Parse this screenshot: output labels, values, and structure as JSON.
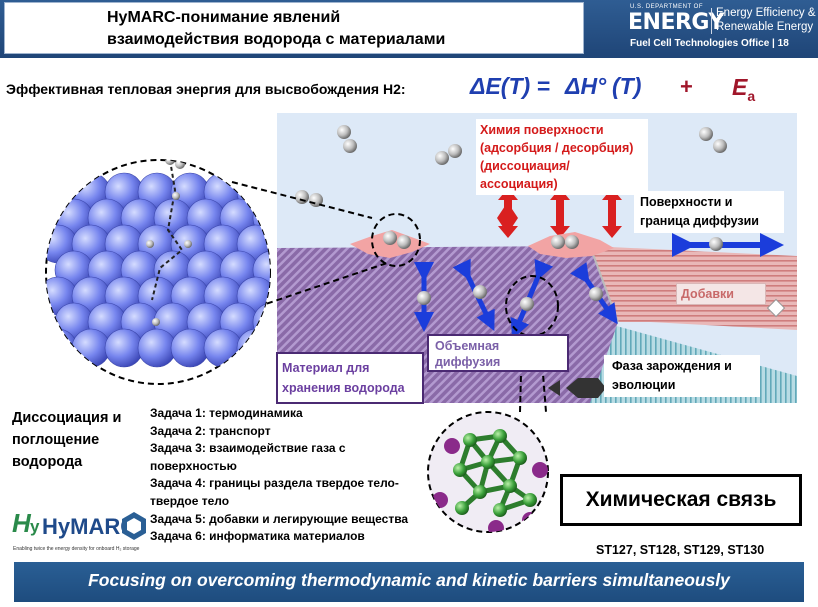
{
  "header": {
    "title_line1": "HyMARC-понимание явлений",
    "title_line2": "взаимодействия водорода с материалами",
    "doe_small": "U.S. DEPARTMENT OF",
    "doe_energy": "ENERGY",
    "eere_line1": "Energy Efficiency &",
    "eere_line2": "Renewable Energy",
    "office": "Fuel Cell Technologies Office | 18"
  },
  "equation": {
    "label": "Эффективная тепловая энергия для высвобождения H2:",
    "lhs": "ΔE(T) =",
    "rhs": "ΔH°",
    "rhs_arg": "(T)",
    "plus": "+",
    "ea": "E",
    "ea_sub": "a"
  },
  "diagram_labels": {
    "surface_chemistry": [
      "Химия поверхности",
      "(адсорбция / десорбция)",
      "(диссоциация/ассоциация)"
    ],
    "diffusion_boundary": [
      "Поверхности и",
      "граница диффузии"
    ],
    "additives": "Добавки",
    "bulk_diffusion": [
      "Объемная",
      "диффузия"
    ],
    "storage_material": [
      "Материал для",
      "хранения водорода"
    ],
    "nucleation": [
      "Фаза зарождения и",
      "эволюции"
    ]
  },
  "dissociation": [
    "Диссоциация и",
    "поглощение",
    "водорода"
  ],
  "tasks": [
    "Задача 1: термодинамика",
    "Задача 2: транспорт",
    "Задача 3: взаимодействие газа с поверхностью",
    "Задача 4: границы раздела твердое тело-твердое тело",
    "Задача 5: добавки и легирующие вещества",
    "Задача 6: информатика материалов"
  ],
  "chemical_bond": "Химическая связь",
  "st_codes": "ST127, ST128, ST129, ST130",
  "logo": {
    "name": "HyMARC",
    "tagline": "Enabling twice the energy density for onboard H₂ storage"
  },
  "footer": "Focusing on overcoming thermodynamic and kinetic barriers simultaneously",
  "colors": {
    "header_blue": "#1f4577",
    "accent_red": "#d41a1a",
    "purple": "#6b3fa0",
    "sky": "#dde9f7",
    "footer_blue": "#1e4c7e"
  }
}
